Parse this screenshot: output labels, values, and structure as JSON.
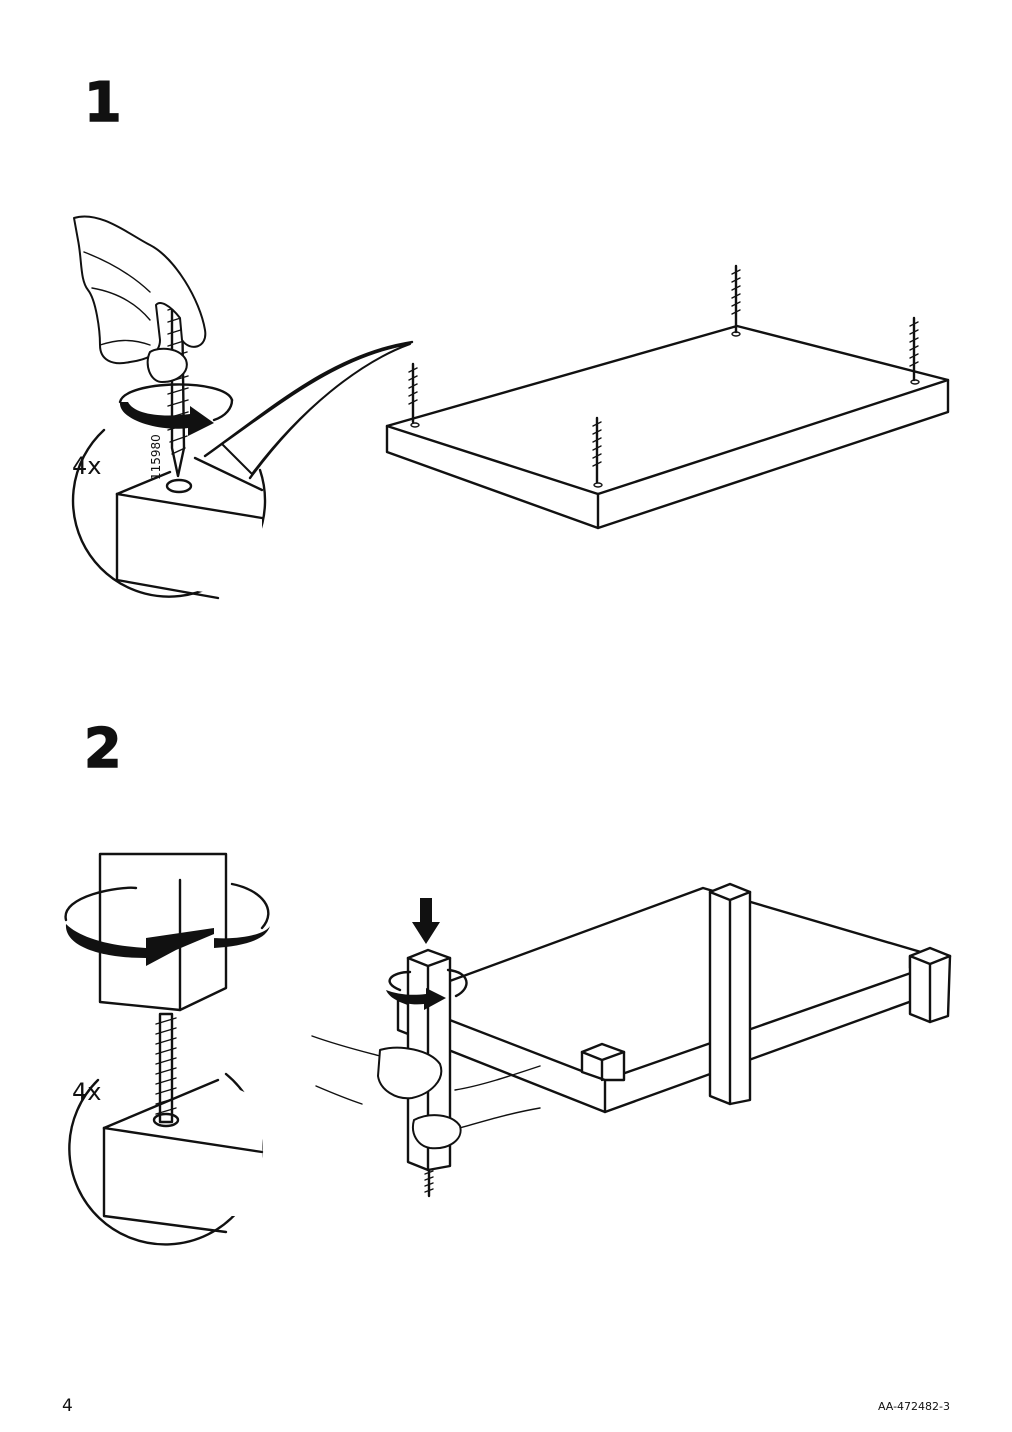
{
  "steps": [
    {
      "number": "1",
      "quantity": "4x",
      "part_number": "115980"
    },
    {
      "number": "2",
      "quantity": "4x"
    }
  ],
  "footer": {
    "page_number": "4",
    "document_code": "AA-472482-3"
  }
}
